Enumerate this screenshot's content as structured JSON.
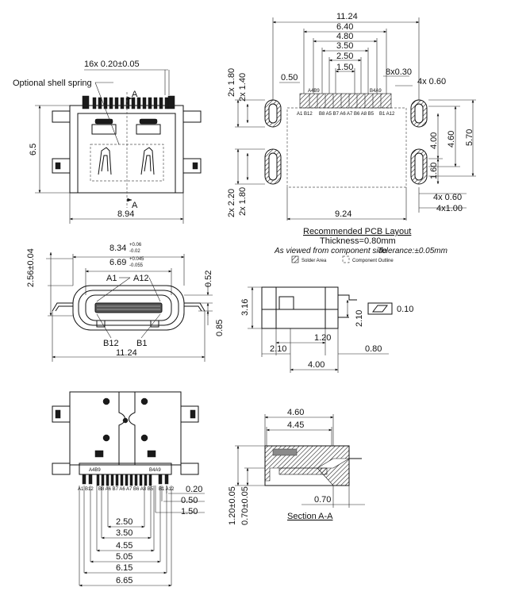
{
  "top_left": {
    "pin_pitch": "16x 0.20±0.05",
    "shell_spring": "Optional shell spring",
    "section_top": "A",
    "section_bottom": "A",
    "height": "6.5",
    "width": "8.94"
  },
  "pcb": {
    "w_total": "11.24",
    "w_640": "6.40",
    "w_480": "4.80",
    "w_350": "3.50",
    "w_250": "2.50",
    "w_150": "1.50",
    "w_050": "0.50",
    "pitch_8x": "8x0.30",
    "pad_4x_060": "4x 0.60",
    "h_2x180": "2x 1.80",
    "h_2x140": "2x 1.40",
    "h_2x220": "2x 2.20",
    "h_2x180_b": "2x 1.80",
    "v_570": "5.70",
    "v_460": "4.60",
    "v_400": "4.00",
    "v_160": "1.60",
    "b_4x060": "4x 0.60",
    "b_4x100": "4x1.00",
    "w_924": "9.24",
    "pin_top_a": "A1 B12",
    "pin_top_b": "B8 A5 B7 A6 A7 B6 A8 B5",
    "pin_top_c": "B1 A12",
    "pad_label_l": "A4B9",
    "pad_label_r": "B4A9",
    "title": "Recommended PCB Layout",
    "thickness": "Thickness=0.80mm",
    "view": "As viewed from component side",
    "tolerance": "Tolerance:±0.05mm",
    "legend_solder": "Solder Area",
    "legend_outline": "Component Outline"
  },
  "front": {
    "w_834": "8.34",
    "w_834_tol_up": "+0.06",
    "w_834_tol_dn": "-0.02",
    "w_669": "6.69",
    "w_669_tol_up": "+0.045",
    "w_669_tol_dn": "-0.055",
    "a1": "A1",
    "a12": "A12",
    "b12": "B12",
    "b1": "B1",
    "h_256": "2.56±0.04",
    "v_052": "0.52",
    "v_085": "0.85",
    "w_1124": "11.24"
  },
  "side": {
    "h_316": "3.16",
    "flat_210": "2.10",
    "flatness": "0.10",
    "w_120": "1.20",
    "w_210": "2.10",
    "w_080": "0.80",
    "w_400": "4.00"
  },
  "bottom": {
    "pad_l": "A4B9",
    "pad_r": "B4A9",
    "pin_a": "A1 B12",
    "pin_b": "B8 A6 B7 A6 A7 B6 A8 B5",
    "pin_c": "B1 A12",
    "d_020": "0.20",
    "d_050": "0.50",
    "d_150": "1.50",
    "d_250": "2.50",
    "d_350": "3.50",
    "d_455": "4.55",
    "d_505": "5.05",
    "d_615": "6.15",
    "d_665": "6.65"
  },
  "section": {
    "w_460": "4.60",
    "w_445": "4.45",
    "h_120": "1.20±0.05",
    "h_070": "0.70±0.05",
    "w_070": "0.70",
    "label": "Section A-A"
  }
}
